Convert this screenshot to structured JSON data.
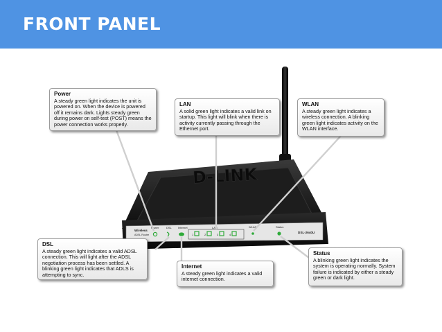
{
  "header": {
    "title": "FRONT PANEL"
  },
  "router": {
    "brand": "D-LINK",
    "model": "DSL-2640U",
    "panel_labels": {
      "wireless": "Wireless",
      "adsl_router": "ADSL Router",
      "power": "Power",
      "dsl": "DSL",
      "internet": "Internet",
      "lan": "LAN",
      "wlan": "WLAN",
      "status": "Status",
      "ports": [
        "1",
        "2",
        "3",
        "4"
      ]
    },
    "colors": {
      "body": "#151515",
      "panel": "#e6e6e6",
      "led": "#2faa3a"
    }
  },
  "callouts": {
    "power": {
      "title": "Power",
      "body": "A steady green light indicates the unit is powered on. When the device is powered off it remains dark. Lights steady green during power on self-test (POST) means the power connection works properly."
    },
    "lan": {
      "title": "LAN",
      "body": "A solid green light indicates a valid link on startup. This light will blink when there is activity currently passing through the Ethernet port."
    },
    "wlan": {
      "title": "WLAN",
      "body": "A steady green light indicates a wireless connection. A blinking green light indicates activity on the WLAN interface."
    },
    "dsl": {
      "title": "DSL",
      "body": "A steady green light indicates a valid ADSL connection. This will light after the ADSL negotiation process has been settled. A blinking green light indicates that ADLS is attempting to sync."
    },
    "internet": {
      "title": "Internet",
      "body": "A steady green light indicates a valid internet connection."
    },
    "status": {
      "title": "Status",
      "body": "A blinking green light indicates the system is operating normally. System failure is indicated by either a steady green or dark light."
    }
  }
}
